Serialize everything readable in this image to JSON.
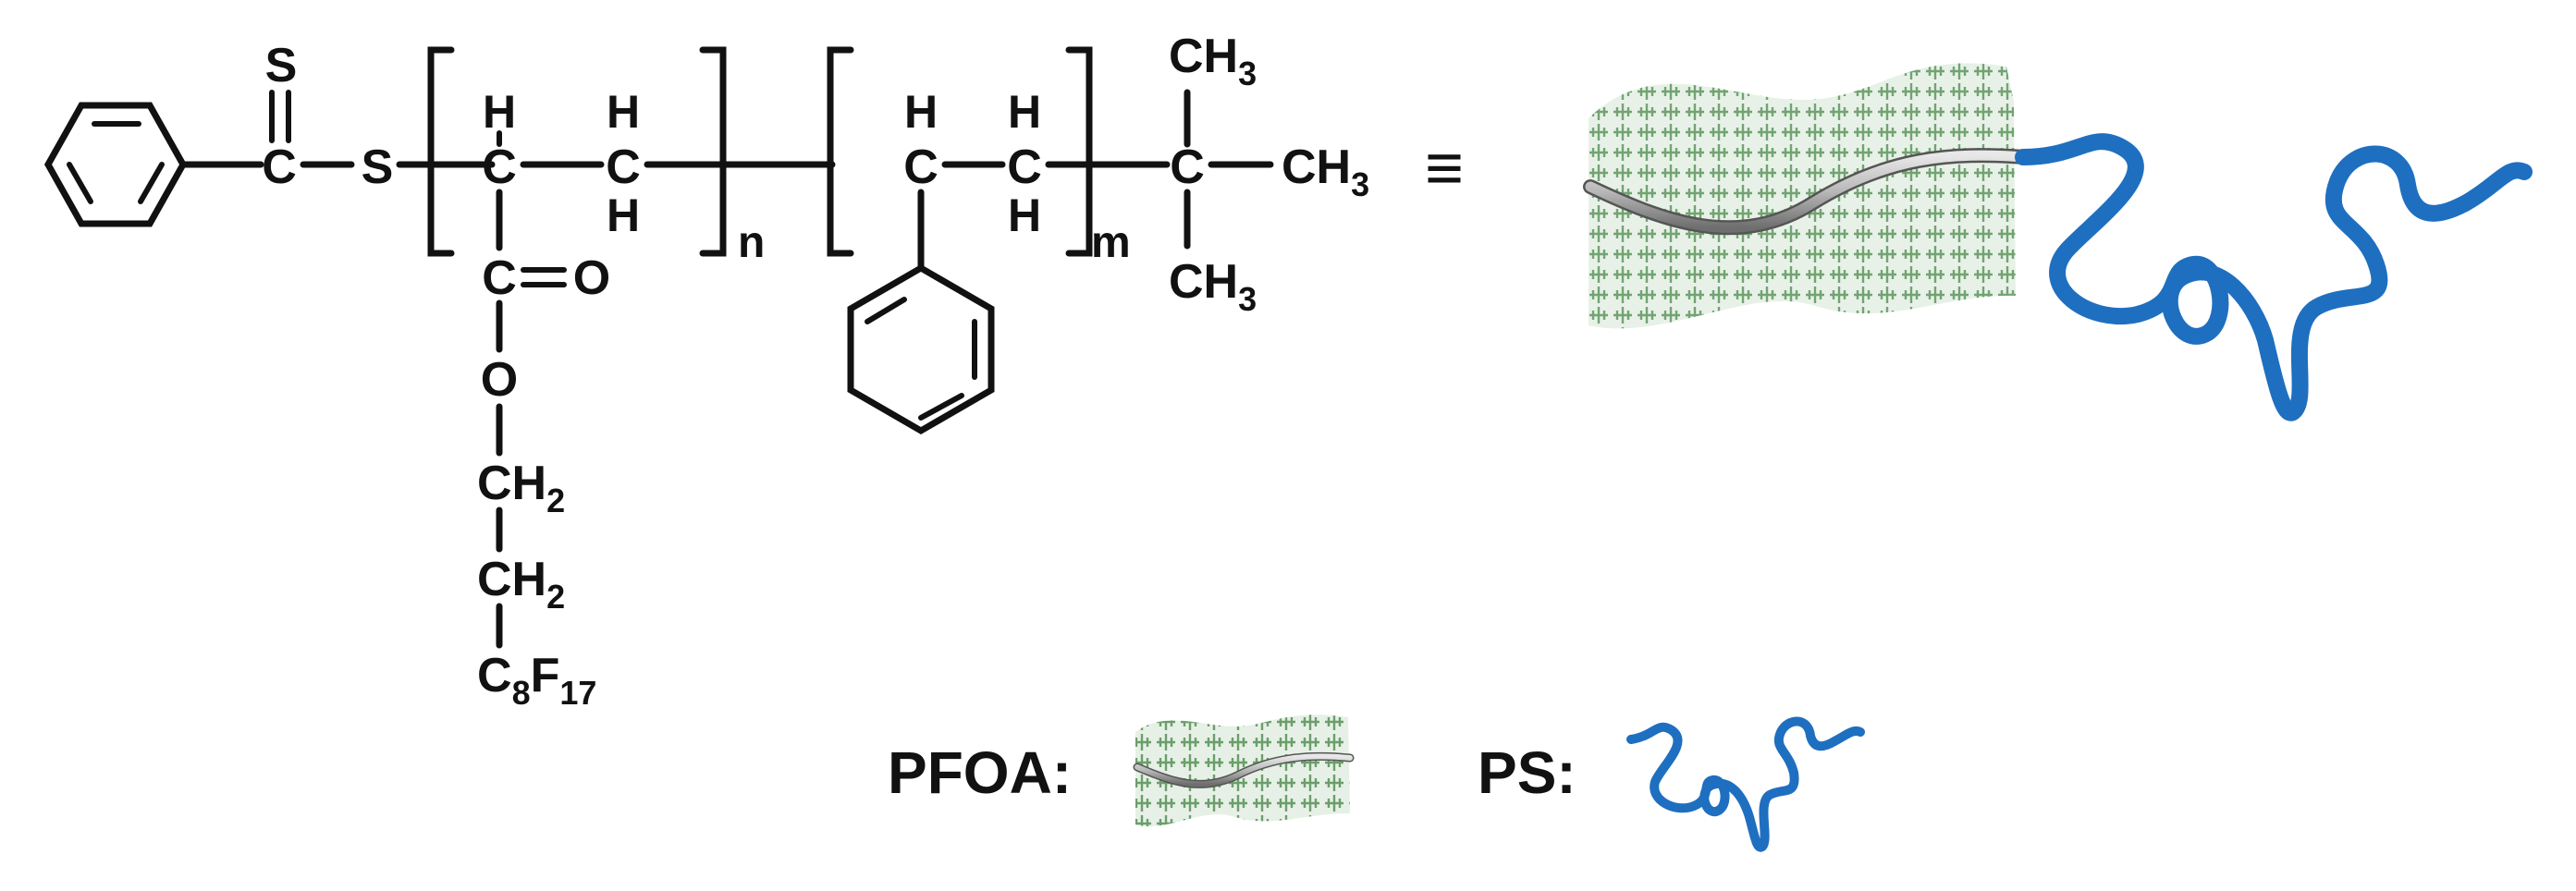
{
  "structure": {
    "atoms": {
      "sulfur_thione": "S",
      "sulfur_thioether": "S",
      "hydrogen": "H",
      "carbon": "C",
      "oxygen": "O",
      "subscript_3": "3",
      "subscript_2": "2",
      "subscript_8": "8",
      "subscript_17": "17",
      "methyl": "CH",
      "methylene": "CH",
      "fluorine": "F"
    },
    "repeat_n": "n",
    "repeat_m": "m",
    "equivalence_symbol": "≡"
  },
  "legend": {
    "pfoa_label": "PFOA:",
    "ps_label": "PS:"
  },
  "colors": {
    "ink": "#111111",
    "pfoa_green": "#6b9e6b",
    "backbone_gray": "#9a9a9a",
    "ps_blue": "#1f6fc0"
  }
}
